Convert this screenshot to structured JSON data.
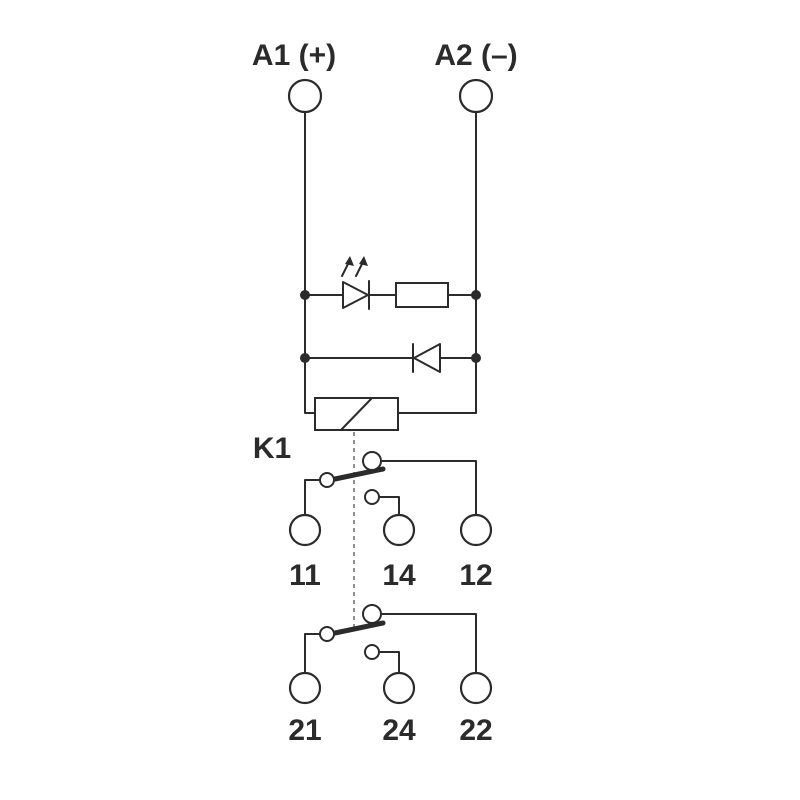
{
  "terminals": {
    "a1": "A1 (+)",
    "a2": "A2 (–)",
    "t11": "11",
    "t14": "14",
    "t12": "12",
    "t21": "21",
    "t24": "24",
    "t22": "22"
  },
  "relay": {
    "name": "K1"
  },
  "colors": {
    "line": "#2b2b2b",
    "background": "#ffffff"
  }
}
